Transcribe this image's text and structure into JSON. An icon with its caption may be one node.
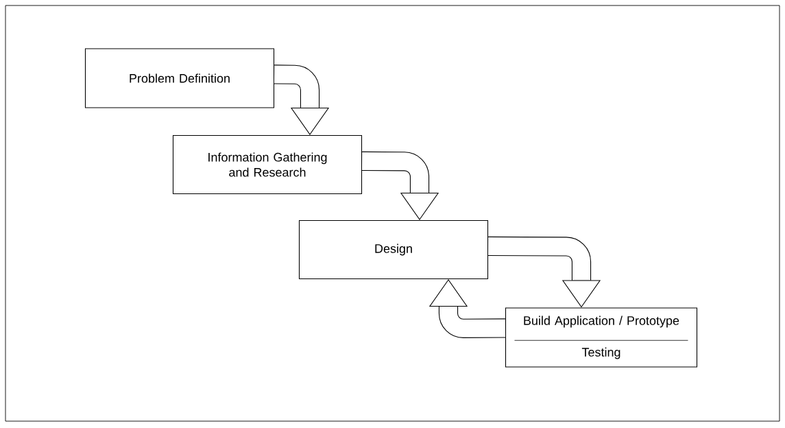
{
  "diagram": {
    "nodes": [
      {
        "text": [
          "Problem Definition"
        ]
      },
      {
        "text": [
          "Information Gathering and Research"
        ]
      },
      {
        "text": [
          "Design"
        ]
      },
      {
        "text": [
          "Build Application / Prototype",
          "Testing"
        ]
      }
    ],
    "edges": [
      {
        "from": 0,
        "to": 1,
        "arrow": "to"
      },
      {
        "from": 1,
        "to": 2,
        "arrow": "to"
      },
      {
        "from": 2,
        "to": 3,
        "arrow": "to"
      },
      {
        "from": 3,
        "to": 2,
        "arrow": "to"
      }
    ]
  }
}
